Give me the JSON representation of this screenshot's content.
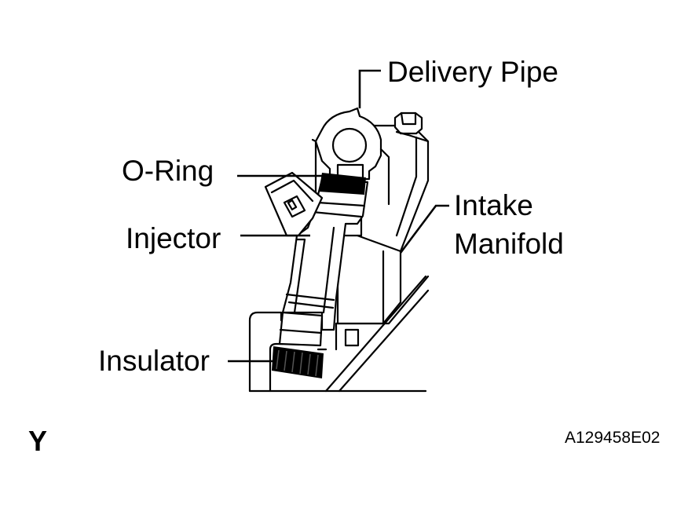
{
  "labels": {
    "delivery_pipe": "Delivery Pipe",
    "o_ring": "O-Ring",
    "injector": "Injector",
    "intake": "Intake",
    "manifold": "Manifold",
    "insulator": "Insulator"
  },
  "corner_mark": "Y",
  "figure_id": "A129458E02"
}
